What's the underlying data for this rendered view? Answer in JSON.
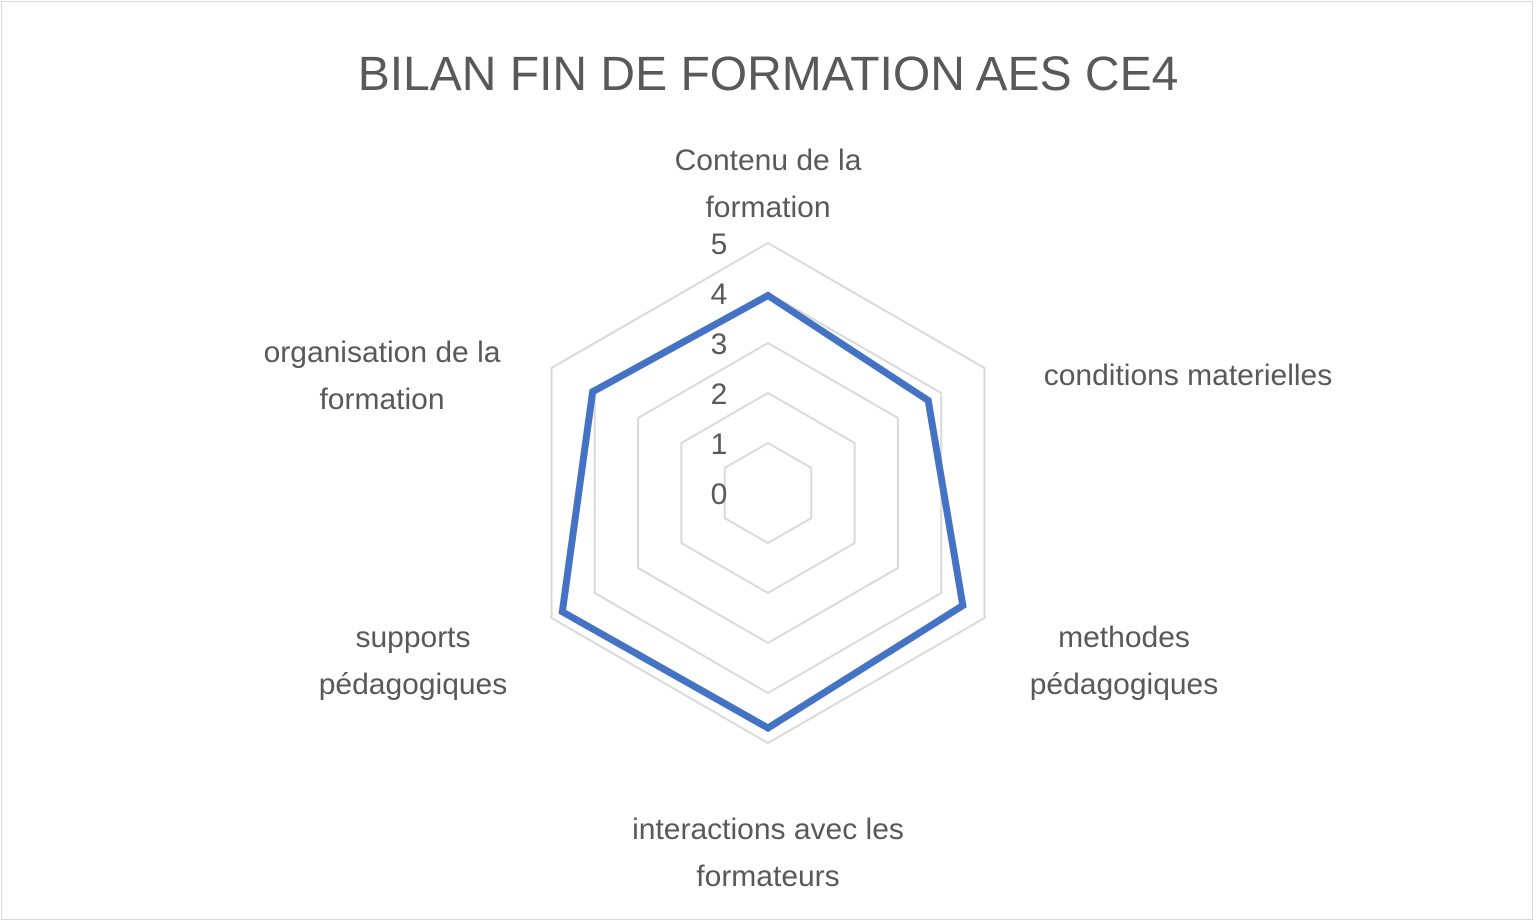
{
  "chart_data": {
    "type": "radar",
    "title": "BILAN FIN DE FORMATION AES CE4",
    "categories": [
      [
        "Contenu de la",
        "formation"
      ],
      [
        "conditions materielles"
      ],
      [
        "methodes",
        "pédagogiques"
      ],
      [
        "interactions avec les",
        "formateurs"
      ],
      [
        "supports",
        "pédagogiques"
      ],
      [
        "organisation de la",
        "formation"
      ]
    ],
    "values": [
      3.95,
      3.7,
      4.5,
      4.7,
      4.75,
      4.05
    ],
    "rlim": [
      0,
      5
    ],
    "ticks": [
      "0",
      "1",
      "2",
      "3",
      "4",
      "5"
    ],
    "grid": true,
    "legend": "none",
    "colors": {
      "series": "#4472c4",
      "grid": "#d9d9d9",
      "text": "#595959"
    }
  }
}
